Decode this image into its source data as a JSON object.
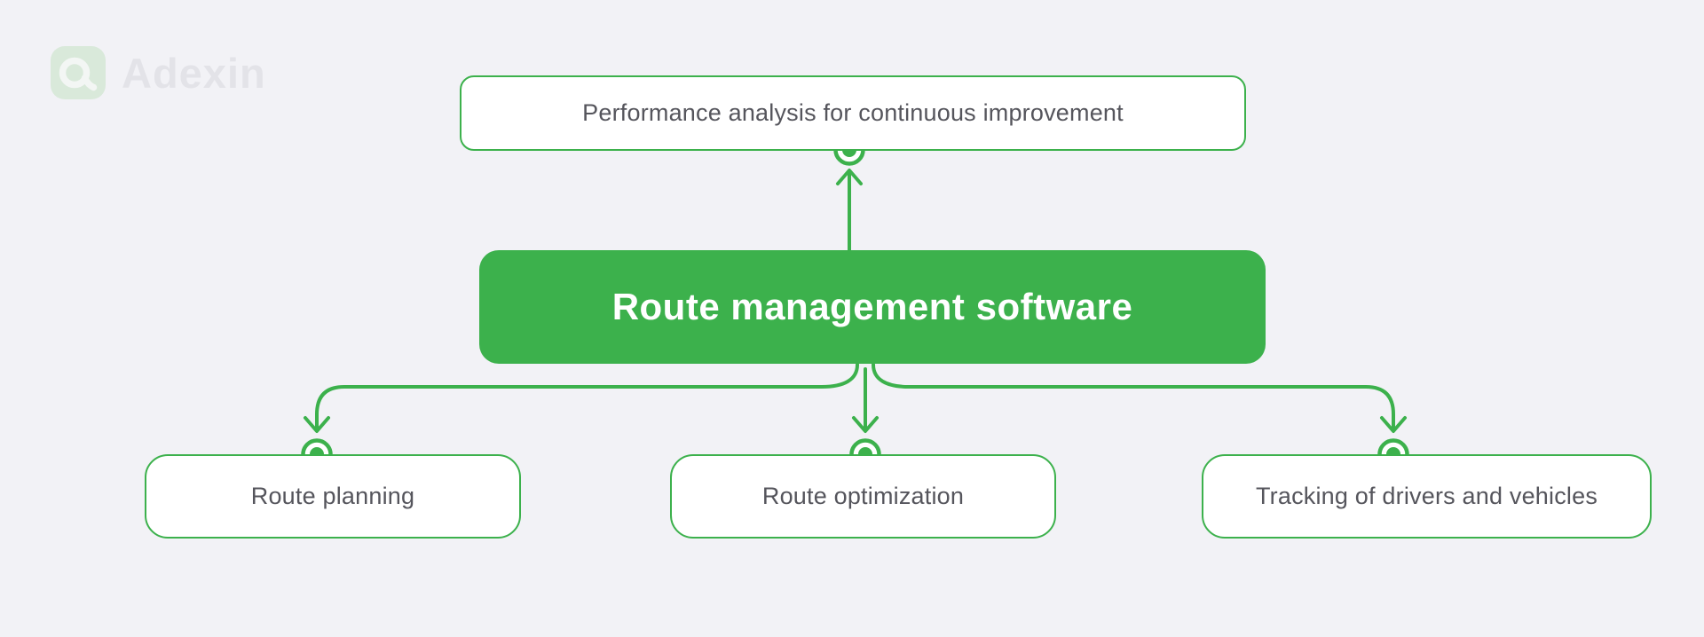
{
  "logo": {
    "brand": "Adexin",
    "icon": "adexin-a-icon"
  },
  "colors": {
    "background": "#F2F2F6",
    "green": "#3CB14C",
    "node_bg": "#FFFFFF",
    "node_text": "#55555C",
    "center_text": "#FFFFFF",
    "logo_bg": "#D9E9DA",
    "logo_glyph": "#F3F6F4",
    "logo_text": "#E3E3E8"
  },
  "diagram": {
    "center_node": {
      "label": "Route management software"
    },
    "top_node": {
      "label": "Performance analysis for continuous improvement"
    },
    "child_nodes": [
      {
        "label": "Route planning"
      },
      {
        "label": "Route optimization"
      },
      {
        "label": "Tracking of drivers and vehicles"
      }
    ]
  }
}
